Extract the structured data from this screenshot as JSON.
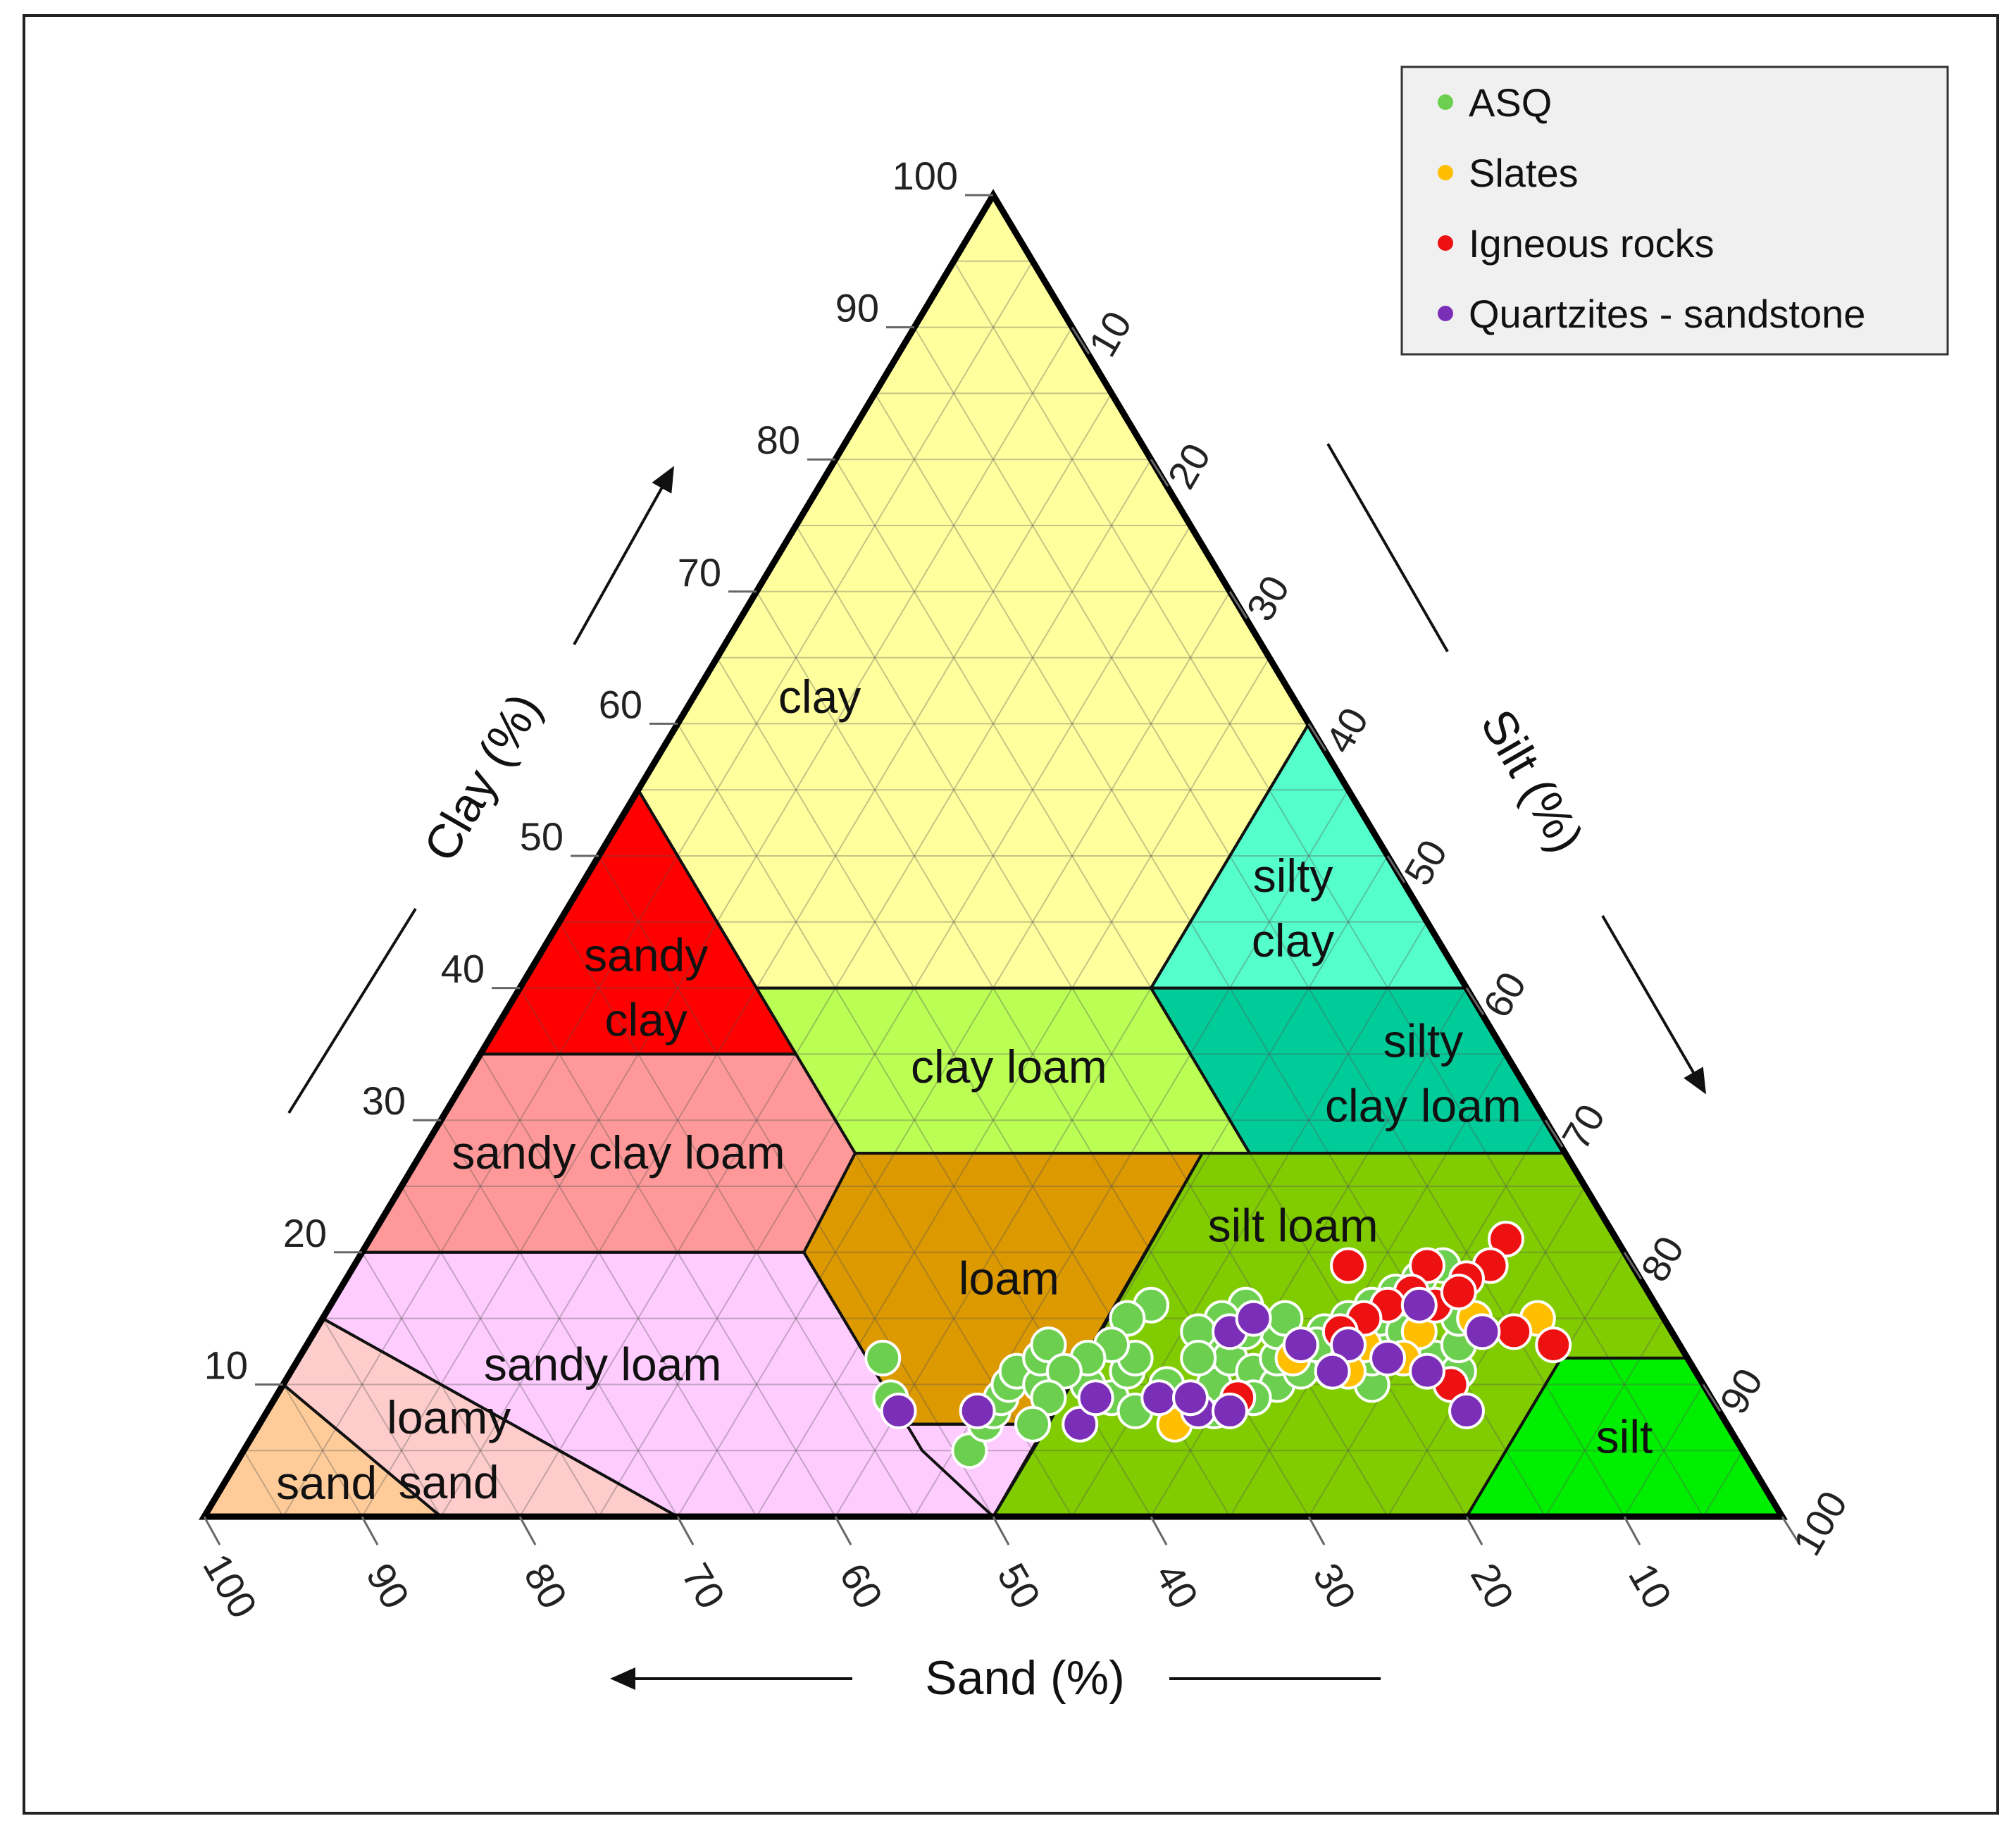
{
  "chart_data": {
    "type": "scatter",
    "subtype": "ternary-soil-texture",
    "axes": {
      "clay": {
        "title": "Clay (%)",
        "ticks": [
          "10",
          "20",
          "30",
          "40",
          "50",
          "60",
          "70",
          "80",
          "90",
          "100"
        ]
      },
      "silt": {
        "title": "Silt (%)",
        "ticks": [
          "10",
          "20",
          "30",
          "40",
          "50",
          "60",
          "70",
          "80",
          "90",
          "100"
        ]
      },
      "sand": {
        "title": "Sand (%)",
        "ticks": [
          "10",
          "20",
          "30",
          "40",
          "50",
          "60",
          "70",
          "80",
          "90",
          "100"
        ]
      }
    },
    "grid": true,
    "legend_position": "top-right",
    "regions": [
      {
        "name": "clay",
        "label_lines": [
          "clay"
        ],
        "color": "#ffff9e",
        "label_at": [
          0.3,
          0.62
        ],
        "vertices": [
          [
            0.45,
            0.55
          ],
          [
            0,
            1
          ],
          [
            0,
            0.6
          ],
          [
            0.2,
            0.4
          ],
          [
            0.45,
            0.4
          ]
        ]
      },
      {
        "name": "silty clay",
        "label_lines": [
          "silty",
          "clay"
        ],
        "color": "#55ffcc",
        "label_at": [
          0.08,
          0.46
        ],
        "vertices": [
          [
            0,
            0.6
          ],
          [
            0.2,
            0.4
          ],
          [
            0,
            0.4
          ]
        ]
      },
      {
        "name": "silty clay loam",
        "label_lines": [
          "silty",
          "clay loam"
        ],
        "color": "#00cc99",
        "label_at": [
          0.06,
          0.335
        ],
        "vertices": [
          [
            0.2,
            0.4
          ],
          [
            0,
            0.4
          ],
          [
            0,
            0.275
          ],
          [
            0.2,
            0.275
          ]
        ]
      },
      {
        "name": "sandy clay",
        "label_lines": [
          "sandy",
          "clay"
        ],
        "color": "#ff0000",
        "label_at": [
          0.52,
          0.4
        ],
        "vertices": [
          [
            0.45,
            0.55
          ],
          [
            0.65,
            0.35
          ],
          [
            0.45,
            0.35
          ]
        ]
      },
      {
        "name": "clay loam",
        "label_lines": [
          "clay loam"
        ],
        "color": "#bbff55",
        "label_at": [
          0.32,
          0.34
        ],
        "vertices": [
          [
            0.45,
            0.4
          ],
          [
            0.2,
            0.4
          ],
          [
            0.2,
            0.275
          ],
          [
            0.45,
            0.275
          ]
        ]
      },
      {
        "name": "sandy clay loam",
        "label_lines": [
          "sandy clay loam"
        ],
        "color": "#ff9999",
        "label_at": [
          0.6,
          0.275
        ],
        "vertices": [
          [
            0.45,
            0.35
          ],
          [
            0.65,
            0.35
          ],
          [
            0.8,
            0.2
          ],
          [
            0.52,
            0.2
          ],
          [
            0.45,
            0.275
          ]
        ]
      },
      {
        "name": "loam",
        "label_lines": [
          "loam"
        ],
        "color": "#dd9900",
        "label_at": [
          0.4,
          0.18
        ],
        "vertices": [
          [
            0.45,
            0.275
          ],
          [
            0.23,
            0.275
          ],
          [
            0.43,
            0.07
          ],
          [
            0.52,
            0.07
          ],
          [
            0.52,
            0.2
          ]
        ]
      },
      {
        "name": "silt loam",
        "label_lines": [
          "silt loam"
        ],
        "color": "#80cc00",
        "label_at": [
          0.2,
          0.22
        ],
        "vertices": [
          [
            0.5,
            0
          ],
          [
            0.23,
            0.275
          ],
          [
            0,
            0.275
          ],
          [
            0,
            0.12
          ],
          [
            0.08,
            0.12
          ],
          [
            0.2,
            0
          ],
          [
            0.5,
            0
          ],
          [
            0.43,
            0.07
          ],
          [
            0.52,
            0.07
          ],
          [
            0.52,
            0.05
          ]
        ]
      },
      {
        "name": "silt",
        "label_lines": [
          "silt"
        ],
        "color": "#00ee00",
        "label_at": [
          0.07,
          0.06
        ],
        "vertices": [
          [
            0.2,
            0
          ],
          [
            0.08,
            0.12
          ],
          [
            0,
            0.12
          ],
          [
            0,
            0
          ]
        ]
      },
      {
        "name": "sandy loam",
        "label_lines": [
          "sandy loam"
        ],
        "color": "#ffccff",
        "label_at": [
          0.69,
          0.115
        ],
        "vertices": [
          [
            0.8,
            0.2
          ],
          [
            0.52,
            0.2
          ],
          [
            0.52,
            0.07
          ],
          [
            0.43,
            0.07
          ],
          [
            0.5,
            0
          ],
          [
            0.7,
            0
          ],
          [
            0.85,
            0.15
          ]
        ]
      },
      {
        "name": "loamy sand",
        "label_lines": [
          "loamy",
          "sand"
        ],
        "color": "#ffcccc",
        "label_at": [
          0.82,
          0.05
        ],
        "vertices": [
          [
            0.85,
            0.15
          ],
          [
            0.7,
            0
          ],
          [
            0.85,
            0
          ],
          [
            0.9,
            0.1
          ]
        ]
      },
      {
        "name": "sand",
        "label_lines": [
          "sand"
        ],
        "color": "#ffcc99",
        "label_at": [
          0.91,
          0.025
        ],
        "vertices": [
          [
            0.9,
            0.1
          ],
          [
            0.85,
            0
          ],
          [
            1,
            0
          ]
        ]
      }
    ],
    "series": [
      {
        "name": "ASQ",
        "color": "#6ccf4f",
        "points": [
          [
            0.51,
            0.12
          ],
          [
            0.52,
            0.09
          ],
          [
            0.49,
            0.05
          ],
          [
            0.47,
            0.07
          ],
          [
            0.46,
            0.08
          ],
          [
            0.45,
            0.09
          ],
          [
            0.44,
            0.1
          ],
          [
            0.43,
            0.11
          ],
          [
            0.42,
            0.1
          ],
          [
            0.41,
            0.12
          ],
          [
            0.4,
            0.13
          ],
          [
            0.39,
            0.1
          ],
          [
            0.38,
            0.09
          ],
          [
            0.37,
            0.08
          ],
          [
            0.36,
            0.11
          ],
          [
            0.35,
            0.12
          ],
          [
            0.34,
            0.1
          ],
          [
            0.33,
            0.09
          ],
          [
            0.32,
            0.08
          ],
          [
            0.31,
            0.1
          ],
          [
            0.3,
            0.13
          ],
          [
            0.29,
            0.12
          ],
          [
            0.28,
            0.11
          ],
          [
            0.27,
            0.1
          ],
          [
            0.26,
            0.12
          ],
          [
            0.25,
            0.14
          ],
          [
            0.24,
            0.13
          ],
          [
            0.23,
            0.11
          ],
          [
            0.22,
            0.12
          ],
          [
            0.21,
            0.1
          ],
          [
            0.2,
            0.12
          ],
          [
            0.19,
            0.13
          ],
          [
            0.18,
            0.15
          ],
          [
            0.17,
            0.14
          ],
          [
            0.16,
            0.12
          ],
          [
            0.15,
            0.11
          ],
          [
            0.14,
            0.13
          ],
          [
            0.13,
            0.15
          ],
          [
            0.14,
            0.18
          ],
          [
            0.16,
            0.17
          ],
          [
            0.18,
            0.16
          ],
          [
            0.2,
            0.15
          ],
          [
            0.22,
            0.14
          ],
          [
            0.24,
            0.15
          ],
          [
            0.26,
            0.16
          ],
          [
            0.28,
            0.15
          ],
          [
            0.3,
            0.14
          ],
          [
            0.32,
            0.16
          ],
          [
            0.34,
            0.15
          ],
          [
            0.36,
            0.13
          ],
          [
            0.38,
            0.12
          ],
          [
            0.4,
            0.11
          ],
          [
            0.42,
            0.09
          ],
          [
            0.44,
            0.07
          ],
          [
            0.12,
            0.19
          ],
          [
            0.27,
            0.14
          ],
          [
            0.25,
            0.11
          ],
          [
            0.23,
            0.13
          ],
          [
            0.31,
            0.12
          ],
          [
            0.29,
            0.09
          ]
        ]
      },
      {
        "name": "Slates",
        "color": "#ffbf00",
        "points": [
          [
            0.35,
            0.07
          ],
          [
            0.3,
            0.09
          ],
          [
            0.25,
            0.12
          ],
          [
            0.2,
            0.13
          ],
          [
            0.16,
            0.14
          ],
          [
            0.12,
            0.15
          ],
          [
            0.08,
            0.15
          ],
          [
            0.22,
            0.11
          ],
          [
            0.18,
            0.12
          ]
        ]
      },
      {
        "name": "Igneous rocks",
        "color": "#ee1111",
        "points": [
          [
            0.07,
            0.21
          ],
          [
            0.09,
            0.19
          ],
          [
            0.11,
            0.18
          ],
          [
            0.13,
            0.19
          ],
          [
            0.15,
            0.17
          ],
          [
            0.17,
            0.16
          ],
          [
            0.19,
            0.15
          ],
          [
            0.21,
            0.14
          ],
          [
            0.1,
            0.14
          ],
          [
            0.08,
            0.13
          ],
          [
            0.18,
            0.19
          ],
          [
            0.16,
            0.1
          ],
          [
            0.3,
            0.09
          ],
          [
            0.14,
            0.16
          ],
          [
            0.12,
            0.17
          ]
        ]
      },
      {
        "name": "Quartzites - sandstone",
        "color": "#7b2fb8",
        "points": [
          [
            0.52,
            0.08
          ],
          [
            0.47,
            0.08
          ],
          [
            0.41,
            0.07
          ],
          [
            0.39,
            0.09
          ],
          [
            0.35,
            0.09
          ],
          [
            0.33,
            0.08
          ],
          [
            0.31,
            0.08
          ],
          [
            0.28,
            0.14
          ],
          [
            0.26,
            0.15
          ],
          [
            0.24,
            0.13
          ],
          [
            0.21,
            0.13
          ],
          [
            0.19,
            0.12
          ],
          [
            0.17,
            0.11
          ],
          [
            0.16,
            0.08
          ],
          [
            0.15,
            0.16
          ],
          [
            0.12,
            0.14
          ],
          [
            0.23,
            0.11
          ],
          [
            0.33,
            0.09
          ]
        ]
      }
    ]
  }
}
